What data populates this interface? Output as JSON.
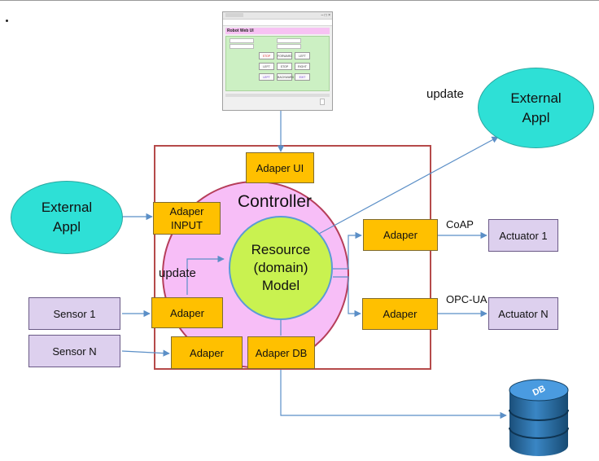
{
  "nodes": {
    "controller": "Controller",
    "model_lines": [
      "Resource",
      "(domain)",
      "Model"
    ],
    "external_left_lines": [
      "External",
      "Appl"
    ],
    "external_right_lines": [
      "External",
      "Appl"
    ],
    "adapter_ui": "Adaper UI",
    "adapter_input_lines": [
      "Adaper",
      "INPUT"
    ],
    "adapter_sensor1": "Adaper",
    "adapter_sensorN": "Adaper",
    "adapter_db": "Adaper DB",
    "adapter_act1": "Adaper",
    "adapter_actN": "Adaper",
    "sensor1": "Sensor 1",
    "sensorN": "Sensor N",
    "actuator1": "Actuator 1",
    "actuatorN": "Actuator N",
    "database": "DB"
  },
  "edge_labels": {
    "update_left": "update",
    "update_right": "update",
    "coap": "CoAP",
    "opcua": "OPC-UA"
  },
  "screenshot": {
    "title": "Robot Web UI",
    "buttons": [
      "STOP",
      "FORWARD",
      "LEFT",
      "LEFT",
      "STOP",
      "RIGHT",
      "LEFT",
      "BACKWARD",
      "EXIT"
    ]
  },
  "colors": {
    "adapter": "#ffc000",
    "sensor_actuator": "#ddd0ee",
    "external": "#2ee0d6",
    "controller_ring": "#f7bef7",
    "model": "#c9f250",
    "frame": "#b54a4a",
    "arrow": "#5b8fc7",
    "database": "#1f5f8f"
  }
}
